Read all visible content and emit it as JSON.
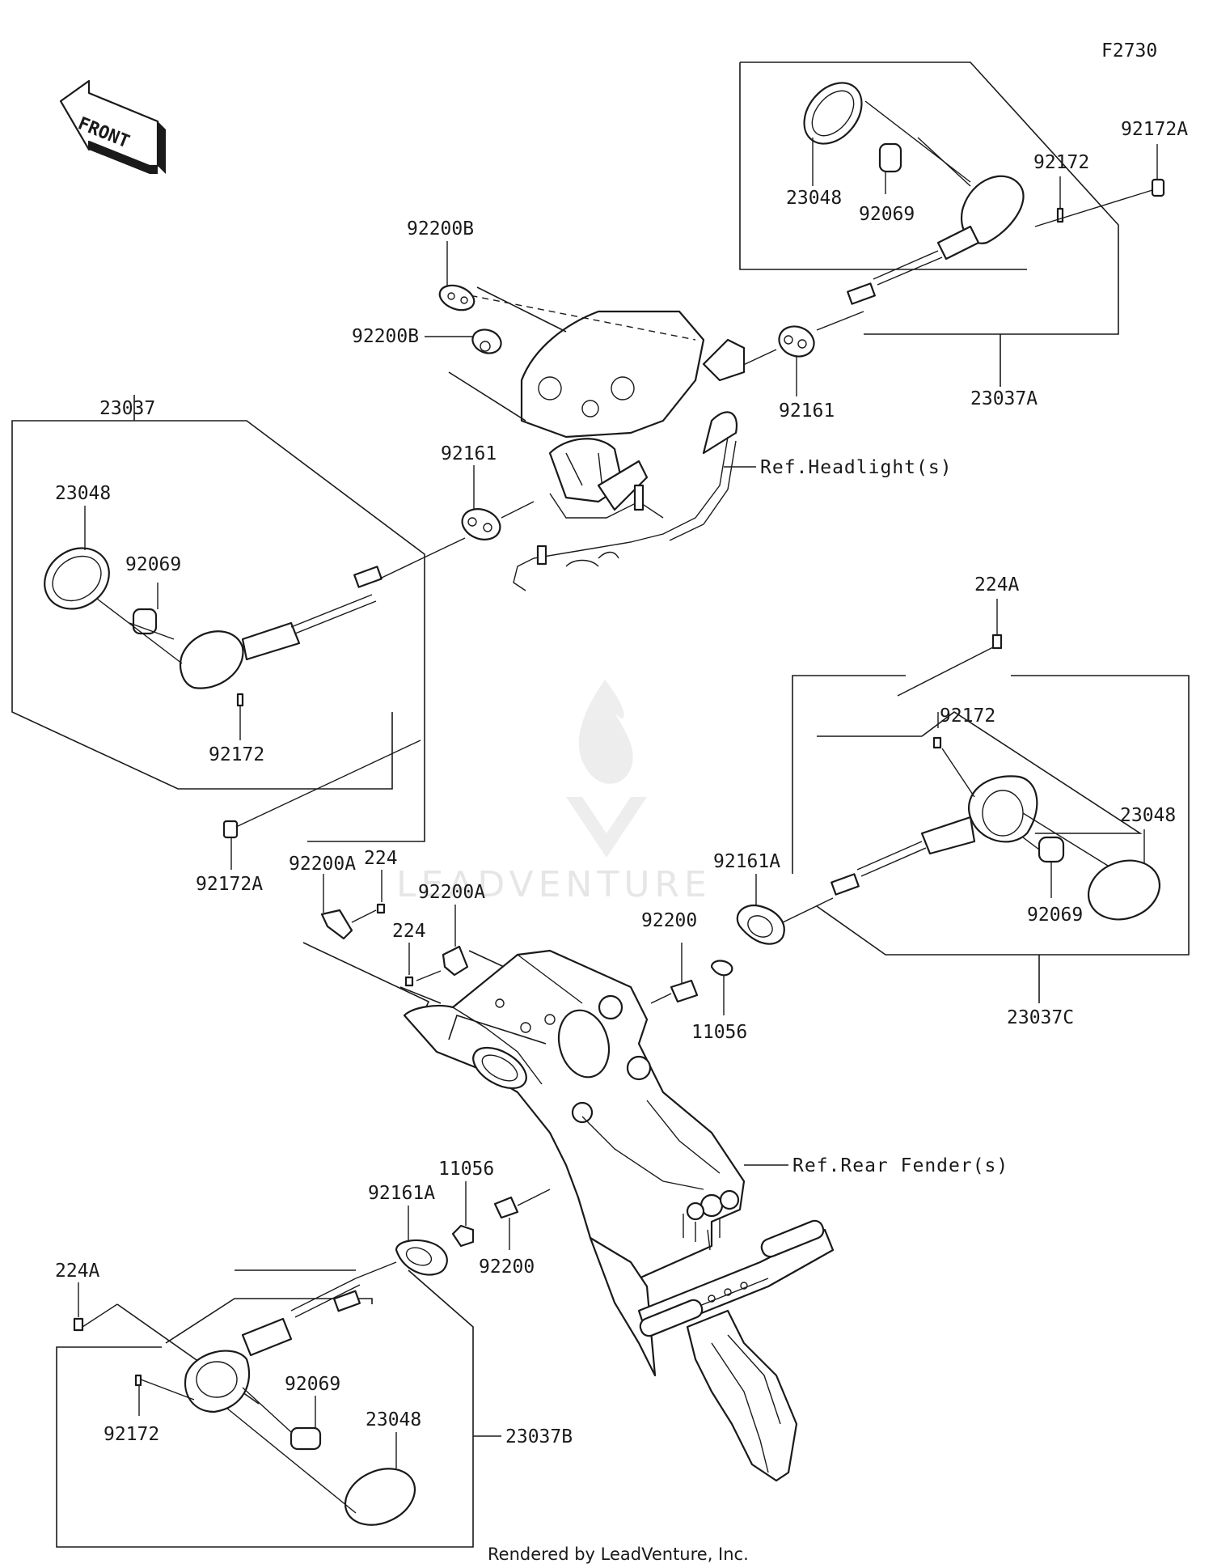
{
  "diagram_code": "F2730",
  "front_label": "FRONT",
  "credit": "Rendered by LeadVenture, Inc.",
  "watermark": "LEADVENTURE",
  "references": {
    "headlight": "Ref.Headlight(s)",
    "rear_fender": "Ref.Rear Fender(s)"
  },
  "labels": {
    "tr_23048": "23048",
    "tr_92069": "92069",
    "tr_92172": "92172",
    "tr_92172A": "92172A",
    "tr_23037A": "23037A",
    "tr_92161": "92161",
    "top_92200B_1": "92200B",
    "top_92200B_2": "92200B",
    "mid_92161": "92161",
    "tl_23037": "23037",
    "tl_23048": "23048",
    "tl_92069": "92069",
    "tl_92172": "92172",
    "tl_92172A": "92172A",
    "rm_224A": "224A",
    "rm_92172": "92172",
    "rm_23048": "23048",
    "rm_92161A": "92161A",
    "rm_92069": "92069",
    "rm_23037C": "23037C",
    "c_92200A_1": "92200A",
    "c_224_1": "224",
    "c_92200A_2": "92200A",
    "c_224_2": "224",
    "c_92200": "92200",
    "c_11056": "11056",
    "bl_224A": "224A",
    "bl_92161A": "92161A",
    "bl_11056": "11056",
    "bl_92200": "92200",
    "bl_92069": "92069",
    "bl_92172": "92172",
    "bl_23048": "23048",
    "bl_23037B": "23037B"
  }
}
